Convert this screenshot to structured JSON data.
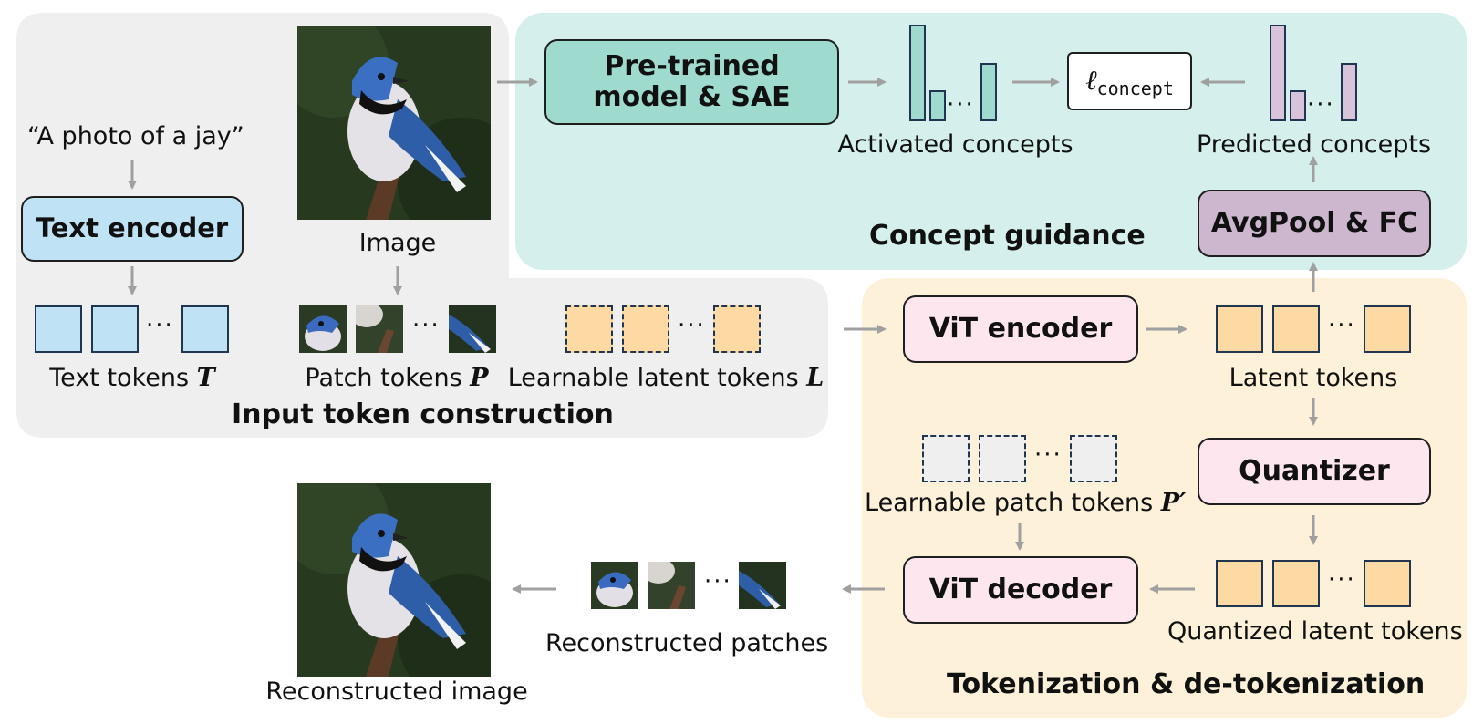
{
  "panels": {
    "input": {
      "title": "Input token construction",
      "color": "#efefef"
    },
    "concept": {
      "title": "Concept guidance",
      "color": "#d4efec"
    },
    "tokenization": {
      "title": "Tokenization & de-tokenization",
      "color": "#fdf1d9"
    }
  },
  "input": {
    "prompt_text": "“A photo of a jay”",
    "text_encoder": "Text encoder",
    "image_label": "Image",
    "text_tokens_label": "Text tokens ",
    "text_tokens_symbol": "T",
    "patch_tokens_label": "Patch tokens ",
    "patch_tokens_symbol": "P",
    "latent_tokens_label": "Learnable latent tokens ",
    "latent_tokens_symbol": "L",
    "dots": "···"
  },
  "concept": {
    "pretrained": "Pre-trained model & SAE",
    "activated_label": "Activated concepts",
    "loss_symbol": "ℓ",
    "loss_subscript": "concept",
    "predicted_label": "Predicted concepts",
    "avgpool": "AvgPool & FC",
    "dots": "···"
  },
  "tokenization": {
    "vit_encoder": "ViT encoder",
    "latent_tokens_label": "Latent tokens",
    "quantizer": "Quantizer",
    "learnable_patch_label": "Learnable patch tokens ",
    "learnable_patch_symbol": "P′",
    "vit_decoder": "ViT decoder",
    "quantized_label": "Quantized latent tokens",
    "dots": "···"
  },
  "output": {
    "reconstructed_patches_label": "Reconstructed patches",
    "reconstructed_image_label": "Reconstructed image",
    "dots": "···"
  },
  "colors": {
    "text_token": "#bfe3f5",
    "latent_token": "#fdd9a3",
    "patch_token_dashed": "#efefef",
    "pretrained_box": "#9fdacf",
    "concept_bar": "#9fdacf",
    "predicted_bar": "#d8c3da",
    "avgpool_box": "#cdb7cf",
    "vit_box": "#fde6ee",
    "text_encoder_box": "#bfe3f5",
    "arrow": "#a0a0a0"
  }
}
